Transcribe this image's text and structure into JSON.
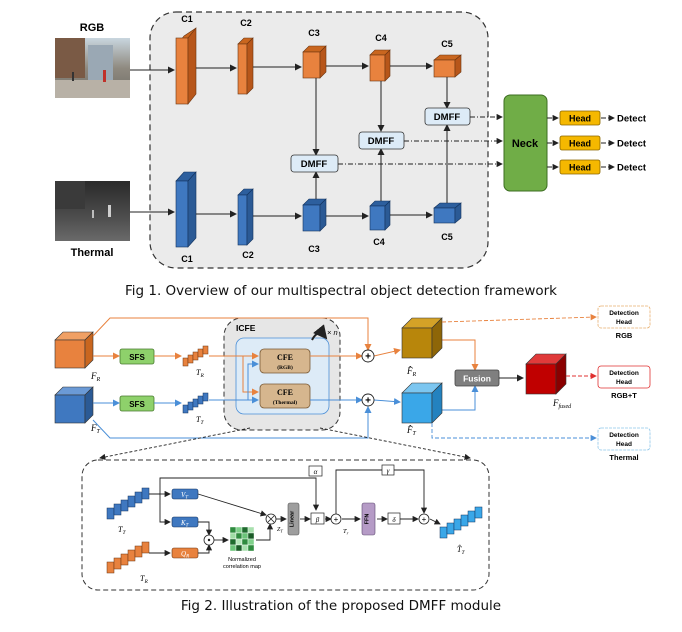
{
  "fig1": {
    "caption": "Fig 1. Overview of our multispectral object detection framework",
    "rgb_label": "RGB",
    "thermal_label": "Thermal",
    "stages_top": [
      "C1",
      "C2",
      "C3",
      "C4",
      "C5"
    ],
    "stages_bottom": [
      "C1",
      "C2",
      "C3",
      "C4",
      "C5"
    ],
    "dmff": "DMFF",
    "neck": "Neck",
    "head": "Head",
    "detect": "Detect"
  },
  "fig2": {
    "caption": "Fig 2. Illustration of the proposed DMFF module",
    "icfe": "ICFE",
    "times_n": "× n",
    "sfs": "SFS",
    "cfe_rgb": "CFE",
    "cfe_rgb_sub": "(RGB)",
    "cfe_thermal": "CFE",
    "cfe_thermal_sub": "(Thermal)",
    "fusion": "Fusion",
    "fr": "F",
    "fr_sub": "R",
    "ft": "F",
    "ft_sub": "T",
    "tr": "T",
    "tr_sub": "R",
    "tt": "T",
    "tt_sub": "T",
    "fhat_r": "F̂",
    "fhat_r_sub": "R",
    "fhat_t": "F̂",
    "fhat_t_sub": "T",
    "ffused": "F",
    "ffused_sub": "fused",
    "det_head_l1": "Detection",
    "det_head_l2": "Head",
    "out_rgb": "RGB",
    "out_rgbt": "RGB+T",
    "out_thermal": "Thermal",
    "plus": "+",
    "detail": {
      "vt": "V",
      "vt_sub": "T",
      "kt": "K",
      "kt_sub": "T",
      "qr": "Q",
      "qr_sub": "R",
      "corr_l1": "Normalized",
      "corr_l2": "correlation map",
      "linear": "Linear",
      "ffn": "FFN",
      "alpha": "α",
      "beta": "β",
      "gamma": "γ",
      "delta": "δ",
      "z": "Z",
      "z_sub": "T",
      "tr_prime": "T",
      "tr_prime_sub": "r",
      "that": "T̂",
      "that_sub": "T",
      "in_t": "T",
      "in_t_sub": "T",
      "in_r": "T",
      "in_r_sub": "R"
    }
  },
  "colors": {
    "rgb_orange": "#E8823E",
    "thermal_blue": "#3F78C0",
    "dmff_fill": "#DDEBF7",
    "neck_green": "#70AD47",
    "head_yellow": "#F5B800",
    "sfs_green": "#8ED16B",
    "cfe_tan": "#D6B68E",
    "fhat_r_olive": "#B8860B",
    "fhat_t_cyan": "#3AA7E8",
    "ffused_red": "#C00000",
    "fusion_gray": "#7F7F7F",
    "ffn_purple": "#B59BC6"
  }
}
